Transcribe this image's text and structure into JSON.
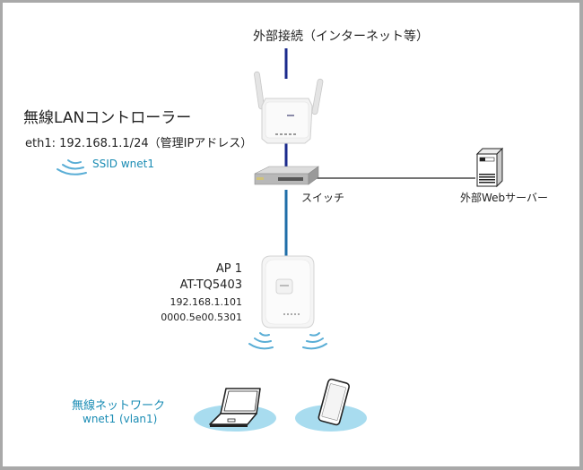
{
  "diagram": {
    "external_connection": "外部接続（インターネット等）",
    "controller": {
      "title": "無線LANコントローラー",
      "eth": "eth1: 192.168.1.1/24（管理IPアドレス）",
      "ssid": "SSID wnet1"
    },
    "switch_label": "スイッチ",
    "web_server_label": "外部Webサーバー",
    "ap": {
      "name": "AP 1",
      "model": "AT-TQ5403",
      "ip": "192.168.1.101",
      "mac": "0000.5e00.5301"
    },
    "wireless_network": {
      "title": "無線ネットワーク",
      "subtitle": "wnet1 (vlan1)"
    },
    "colors": {
      "upstream_line": "#1a2a8c",
      "lan_line": "#1f6ea8",
      "wifi_wave": "#5aaed6",
      "accent_text": "#1a8cb4",
      "client_ellipse": "#a8dcef",
      "frame": "#a9a9a9"
    }
  }
}
